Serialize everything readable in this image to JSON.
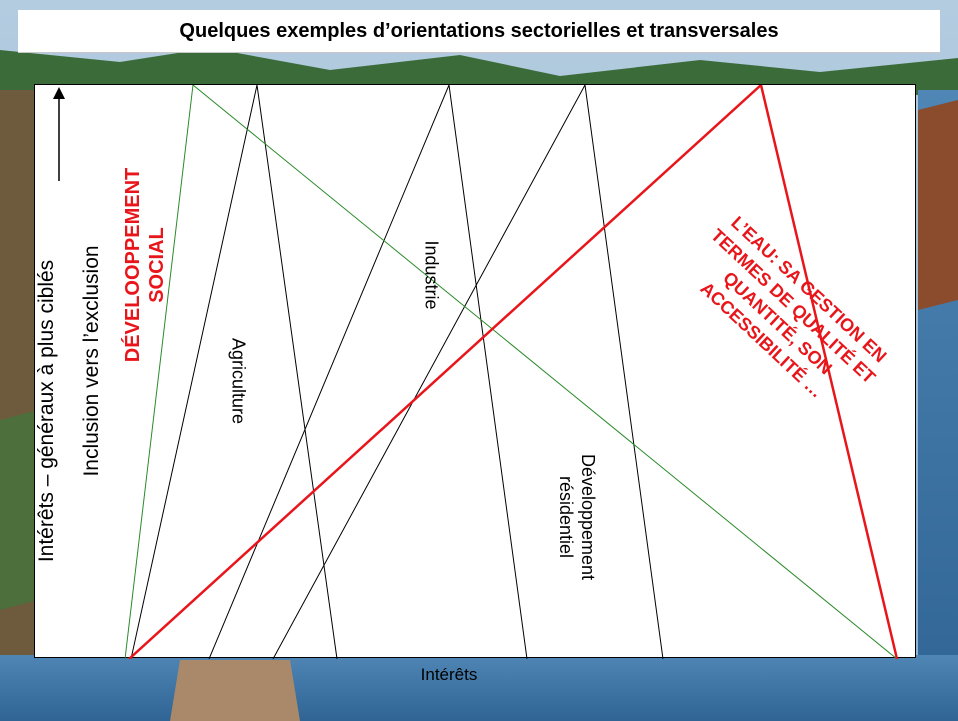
{
  "title": "Quelques exemples d’orientations sectorielles et transversales",
  "axis": {
    "y_top": "Intérêts – généraux à plus ciblés",
    "y_bottom": "Inclusion vers l’exclusion",
    "x": "Intérêts"
  },
  "sectors": {
    "social_line1": "DÉVELOOPPEMENT",
    "social_line2": "SOCIAL",
    "agriculture": "Agriculture",
    "industrie": "Industrie",
    "dev_line1": "Développement",
    "dev_line2": "résidentiel",
    "eau_line1": "L’EAU: SA GESTION EN",
    "eau_line2": "TERMES DE QUALITÉ ET",
    "eau_line3": "QUANTITÉ, SON",
    "eau_line4": "ACCESSIBILITÉ …"
  },
  "colors": {
    "accent_red": "#e8161b",
    "line_green": "#2a8a2a",
    "line_black": "#000000"
  }
}
